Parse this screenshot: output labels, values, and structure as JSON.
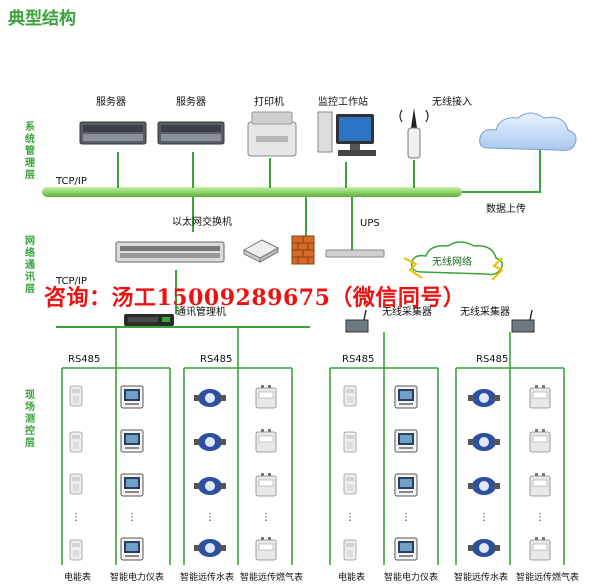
{
  "title": "典型结构",
  "layers": {
    "system": "系统管理层",
    "network": "网络通讯层",
    "field": "现场测控层"
  },
  "devices": {
    "server1": "服务器",
    "server2": "服务器",
    "printer": "打印机",
    "workstation": "监控工作站",
    "wireless_access": "无线接入"
  },
  "labels": {
    "tcpip_top": "TCP/IP",
    "data_upload": "数据上传",
    "ethernet_switch": "以太网交换机",
    "ups": "UPS",
    "wireless_network": "无线网络",
    "tcpip_mid": "TCP/IP",
    "comm_manager": "通讯管理机",
    "wireless_collector1": "无线采集器",
    "wireless_collector2": "无线采集器",
    "rs485": [
      "RS485",
      "RS485",
      "RS485",
      "RS485"
    ]
  },
  "contact": "咨询：汤工15009289675（微信同号）",
  "meters": [
    "电能表",
    "智能电力仪表",
    "智能远传水表",
    "智能远传燃气表",
    "电能表",
    "智能电力仪表",
    "智能远传水表",
    "智能远传燃气表"
  ],
  "colors": {
    "green": "#3aa43a",
    "bus": "#8fd46a",
    "red": "#ee1111",
    "water_meter": "#2c4fa0"
  }
}
